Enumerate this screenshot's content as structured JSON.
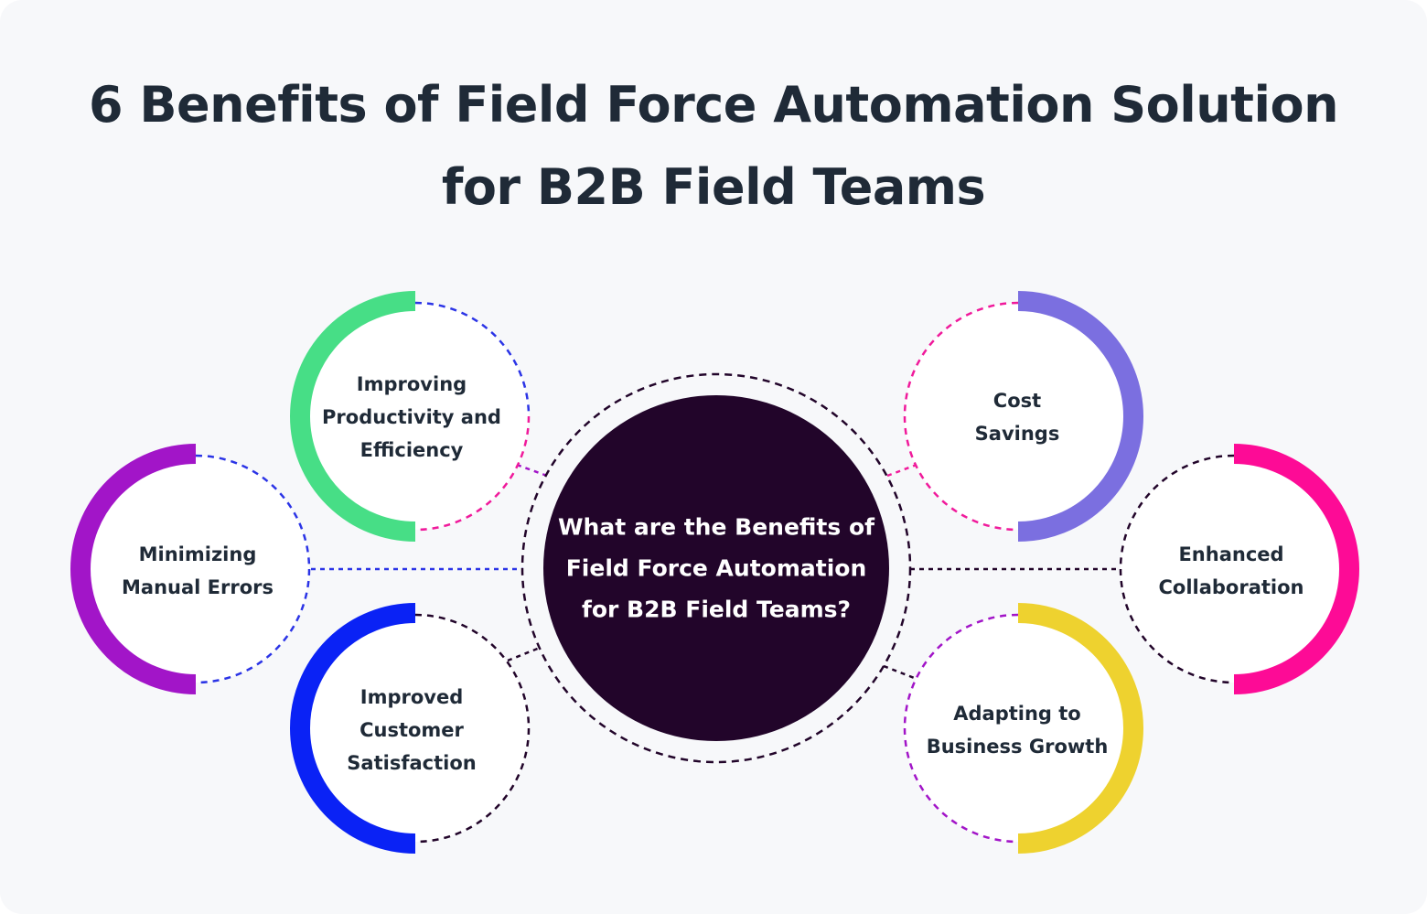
{
  "title": {
    "line1": "6 Benefits of Field Force Automation Solution",
    "line2": "for B2B Field Teams"
  },
  "center": {
    "text": "What are the Benefits of Field Force Automation for B2B Field Teams?",
    "fill_color": "#22052a",
    "ring_color": "#22052a"
  },
  "benefits": [
    {
      "id": "improving-productivity",
      "text": "Improving Productivity and Efficiency",
      "arc_color": "#47de86",
      "dash_top": "#2b34e6",
      "dash_bottom": "#f01a9b"
    },
    {
      "id": "minimizing-manual-errors",
      "text": "Minimizing Manual Errors",
      "arc_color": "#a215c8",
      "dash_top": "#2b34e6",
      "dash_bottom": "#2b34e6"
    },
    {
      "id": "improved-customer-satisfaction",
      "text": "Improved Customer Satisfaction",
      "arc_color": "#0a22f5",
      "dash_top": "#22052a",
      "dash_bottom": "#22052a"
    },
    {
      "id": "cost-savings",
      "text": "Cost Savings",
      "arc_color": "#7b6fe0",
      "dash_top": "#f01a9b",
      "dash_bottom": "#f01a9b"
    },
    {
      "id": "enhanced-collaboration",
      "text": "Enhanced Collaboration",
      "arc_color": "#fd0b96",
      "dash_top": "#22052a",
      "dash_bottom": "#22052a"
    },
    {
      "id": "adapting-business-growth",
      "text": "Adapting to Business Growth",
      "arc_color": "#eed22f",
      "dash_top": "#a215c8",
      "dash_bottom": "#a215c8"
    }
  ]
}
